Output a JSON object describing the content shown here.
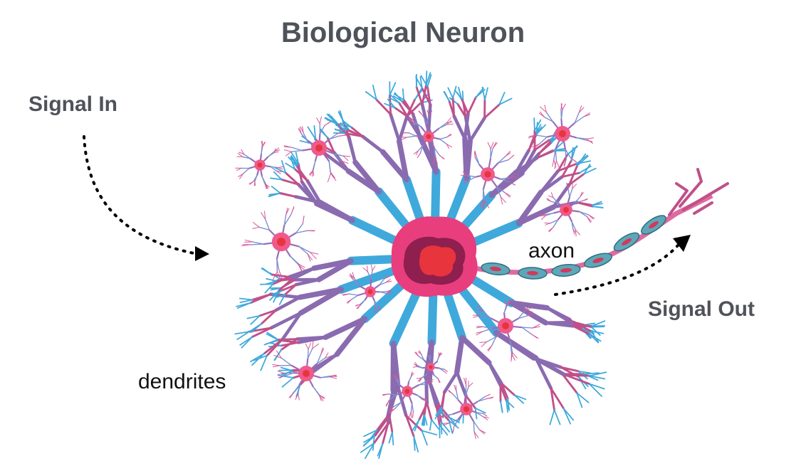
{
  "title": "Biological Neuron",
  "labels": {
    "signal_in": "Signal In",
    "signal_out": "Signal Out",
    "axon": "axon",
    "dendrites": "dendrites"
  },
  "colors": {
    "title_text": "#4f5359",
    "dendrite_purple": "#8a6bb0",
    "dendrite_blue": "#3fa9dc",
    "soma_pink": "#e83e7e",
    "nucleus_dark": "#8e1f4e",
    "nucleus_red": "#e8343c",
    "myelin_teal": "#5fa7b8",
    "arrow": "#000000"
  }
}
